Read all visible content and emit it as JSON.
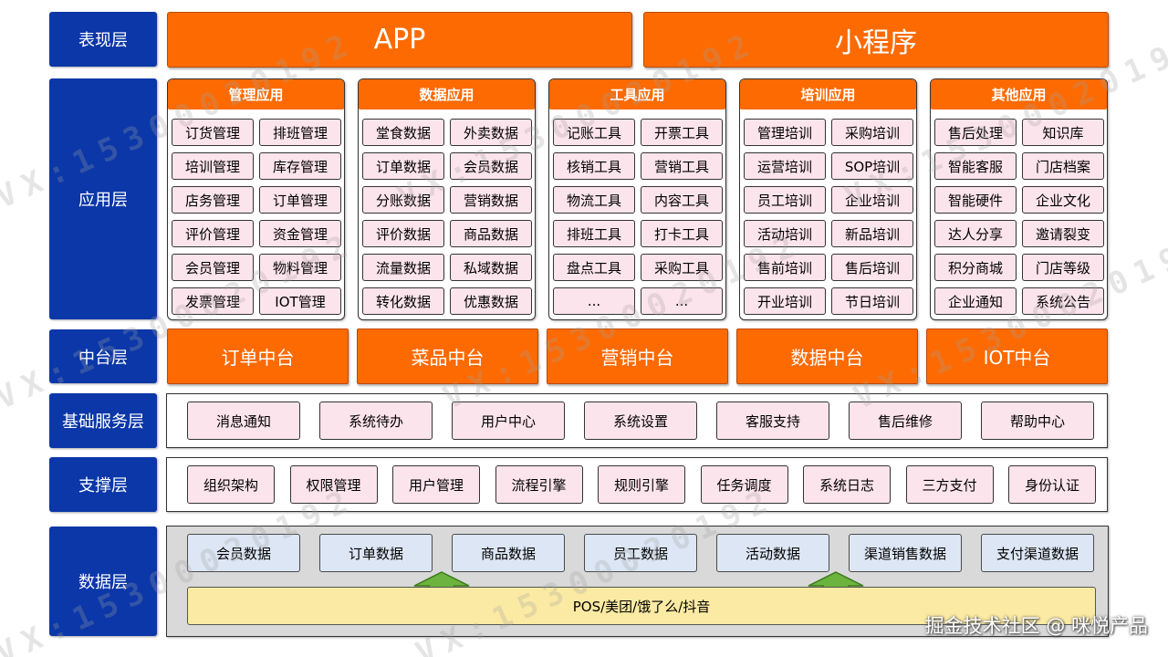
{
  "layers": {
    "presentation": "表现层",
    "application": "应用层",
    "middle": "中台层",
    "basic": "基础服务层",
    "support": "支撑层",
    "data": "数据层"
  },
  "presentation": [
    "APP",
    "小程序"
  ],
  "app_groups": [
    {
      "title": "管理应用",
      "items": [
        "订货管理",
        "排班管理",
        "培训管理",
        "库存管理",
        "店务管理",
        "订单管理",
        "评价管理",
        "资金管理",
        "会员管理",
        "物料管理",
        "发票管理",
        "IOT管理"
      ]
    },
    {
      "title": "数据应用",
      "items": [
        "堂食数据",
        "外卖数据",
        "订单数据",
        "会员数据",
        "分账数据",
        "营销数据",
        "评价数据",
        "商品数据",
        "流量数据",
        "私域数据",
        "转化数据",
        "优惠数据"
      ]
    },
    {
      "title": "工具应用",
      "items": [
        "记账工具",
        "开票工具",
        "核销工具",
        "营销工具",
        "物流工具",
        "内容工具",
        "排班工具",
        "打卡工具",
        "盘点工具",
        "采购工具",
        "...",
        "..."
      ]
    },
    {
      "title": "培训应用",
      "items": [
        "管理培训",
        "采购培训",
        "运营培训",
        "SOP培训",
        "员工培训",
        "企业培训",
        "活动培训",
        "新品培训",
        "售前培训",
        "售后培训",
        "开业培训",
        "节日培训"
      ]
    },
    {
      "title": "其他应用",
      "items": [
        "售后处理",
        "知识库",
        "智能客服",
        "门店档案",
        "智能硬件",
        "企业文化",
        "达人分享",
        "邀请裂变",
        "积分商城",
        "门店等级",
        "企业通知",
        "系统公告"
      ]
    }
  ],
  "middle": [
    "订单中台",
    "菜品中台",
    "营销中台",
    "数据中台",
    "IOT中台"
  ],
  "basic": [
    "消息通知",
    "系统待办",
    "用户中心",
    "系统设置",
    "客服支持",
    "售后维修",
    "帮助中心"
  ],
  "support": [
    "组织架构",
    "权限管理",
    "用户管理",
    "流程引擎",
    "规则引擎",
    "任务调度",
    "系统日志",
    "三方支付",
    "身份认证"
  ],
  "data_items": [
    "会员数据",
    "订单数据",
    "商品数据",
    "员工数据",
    "活动数据",
    "渠道销售数据",
    "支付渠道数据"
  ],
  "data_source": "POS/美团/饿了么/抖音",
  "watermark": "VX:15300020192",
  "credit": "掘金技术社区 @ 咪悦产品",
  "colors": {
    "orange": "#fd6a02",
    "navy": "#0b37a8",
    "pink": "#fce4ec",
    "light_blue": "#dce6f4",
    "yellow": "#fbeaa3",
    "green_arrow": "#6cb33f"
  }
}
